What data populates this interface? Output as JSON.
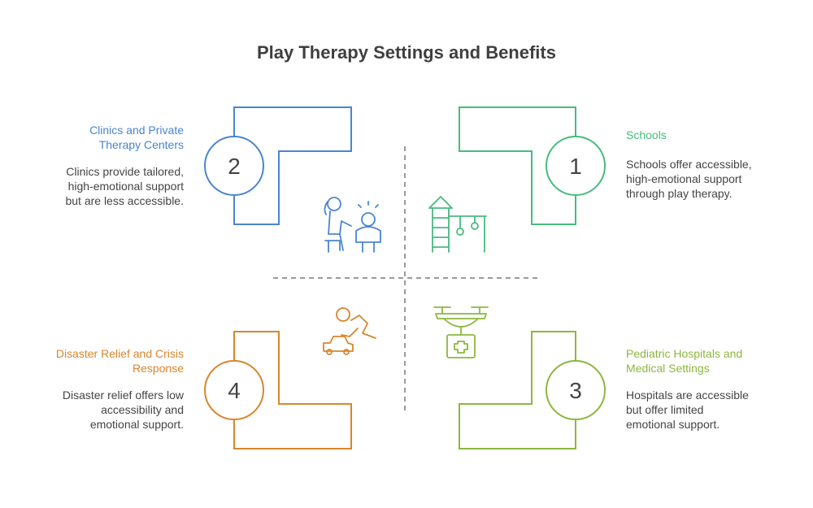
{
  "title": "Play Therapy Settings and Benefits",
  "quadrants": [
    {
      "id": "schools",
      "number": "1",
      "heading": "Schools",
      "description_lines": [
        "Schools offer accessible,",
        "high-emotional support",
        "through play therapy."
      ],
      "color": "#46bc7e",
      "icon": "playground-icon"
    },
    {
      "id": "clinics",
      "number": "2",
      "heading_lines": [
        "Clinics and Private",
        "Therapy Centers"
      ],
      "description_lines": [
        "Clinics provide tailored,",
        "high-emotional support",
        "but are less accessible."
      ],
      "color": "#4a85d0",
      "icon": "therapist-child-icon"
    },
    {
      "id": "hospitals",
      "number": "3",
      "heading_lines": [
        "Pediatric Hospitals and",
        "Medical Settings"
      ],
      "description_lines": [
        "Hospitals are accessible",
        "but offer limited",
        "emotional support."
      ],
      "color": "#8cb73e",
      "icon": "medical-drone-icon"
    },
    {
      "id": "disaster",
      "number": "4",
      "heading_lines": [
        "Disaster Relief and Crisis",
        "Response"
      ],
      "description_lines": [
        "Disaster relief offers low",
        "accessibility and",
        "emotional support."
      ],
      "color": "#d8862f",
      "icon": "child-playing-car-icon"
    }
  ],
  "divider_color": "#7a7a7a"
}
